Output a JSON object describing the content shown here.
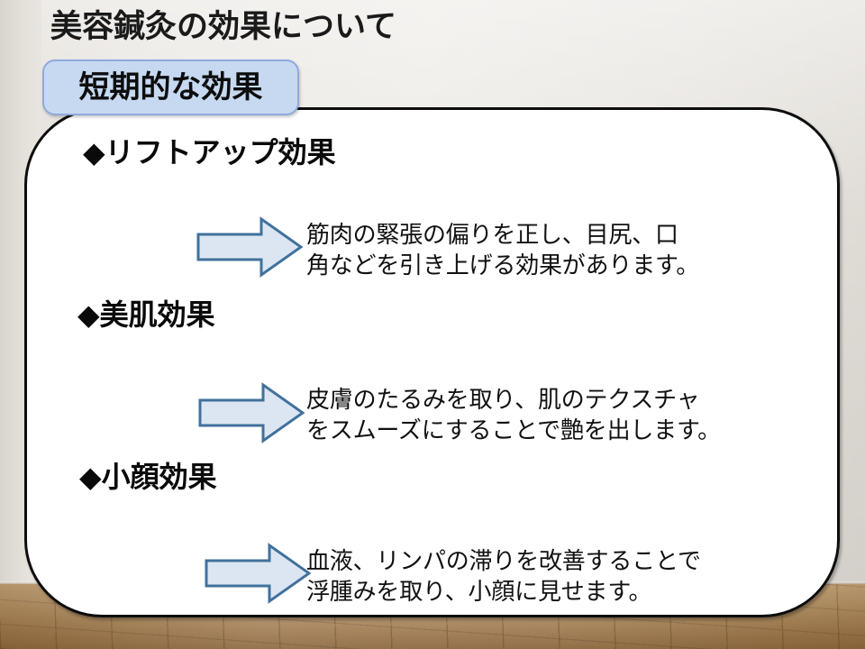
{
  "slide": {
    "title": "美容鍼灸の効果について",
    "section_badge": "短期的な効果",
    "blocks": [
      {
        "heading": "◆リフトアップ効果",
        "arrow_icon": "right-block-arrow-icon",
        "text": "筋肉の緊張の偏りを正し、目尻、口\n角などを引き上げる効果があります。"
      },
      {
        "heading": "◆美肌効果",
        "arrow_icon": "right-block-arrow-icon",
        "text": "皮膚のたるみを取り、肌のテクスチャ\nをスムーズにすることで艶を出します。"
      },
      {
        "heading": "◆小顔効果",
        "arrow_icon": "right-block-arrow-icon",
        "text": "血液、リンパの滞りを改善することで\n浮腫みを取り、小顔に見せます。"
      }
    ]
  },
  "colors": {
    "badge_fill": "#C6D9F1",
    "badge_border": "#8FAADC",
    "arrow_fill": "#DCE6F2",
    "arrow_border": "#41719C",
    "panel_fill": "#FFFFFF",
    "panel_border": "#0D0D0D",
    "wall": "#E4E2DE",
    "floor": "#B58F5E",
    "text": "#111111"
  }
}
